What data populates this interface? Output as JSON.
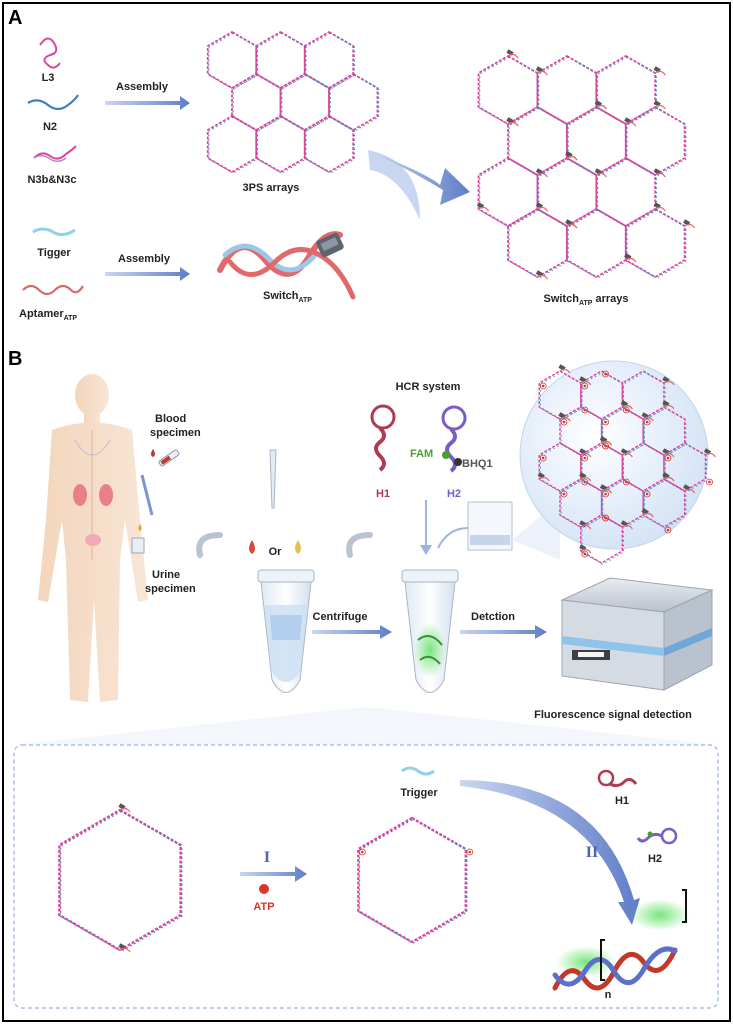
{
  "panel_a": {
    "letter": "A",
    "components": {
      "l3": "L3",
      "n2": "N2",
      "n3bc": "N3b&N3c",
      "tigger": "Tigger",
      "aptamer": "Aptamer",
      "aptamer_sub": "ATP"
    },
    "assembly_top": "Assembly",
    "assembly_bottom": "Assembly",
    "arrays_3ps": "3PS arrays",
    "switch": "Switch",
    "switch_sub": "ATP",
    "switch_arrays": "Switch",
    "switch_arrays_sub": "ATP",
    "switch_arrays_suffix": " arrays"
  },
  "panel_b": {
    "letter": "B",
    "blood": [
      "Blood",
      "specimen"
    ],
    "urine": [
      "Urine",
      "specimen"
    ],
    "or": "Or",
    "hcr_title": "HCR system",
    "h1": "H1",
    "h2": "H2",
    "fam": "FAM",
    "bhq1": "BHQ1",
    "centrifuge": "Centrifuge",
    "detection": "Detction",
    "fluorescence": "Fluorescence signal detection"
  },
  "panel_c": {
    "step1": "I",
    "atp": "ATP",
    "trigger": "Trigger",
    "step2": "II",
    "h1": "H1",
    "h2": "H2",
    "n": "n"
  },
  "colors": {
    "arrow": "#6b86c9",
    "pink": "#d9489e",
    "blue": "#3f7fc6",
    "red": "#c0392b",
    "purple": "#7a5cc7",
    "fam_green": "#4aa02c",
    "box_dash": "#9ab3df"
  },
  "icons": [
    "tube-icon",
    "pipette-icon",
    "syringe-icon",
    "fluorescence-reader-icon",
    "human-body-icon",
    "hairpin-icon"
  ]
}
